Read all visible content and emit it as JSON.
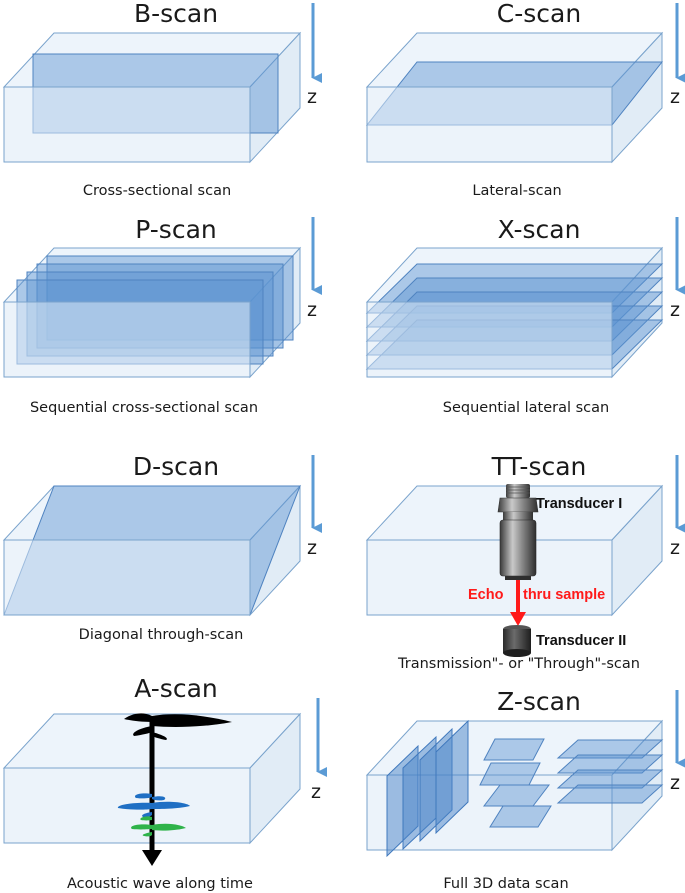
{
  "panels": {
    "b_scan": {
      "title": "B-scan",
      "caption": "Cross-sectional scan",
      "axis": "z"
    },
    "c_scan": {
      "title": "C-scan",
      "caption": "Lateral-scan",
      "axis": "z"
    },
    "p_scan": {
      "title": "P-scan",
      "caption": "Sequential cross-sectional scan",
      "axis": "z"
    },
    "x_scan": {
      "title": "X-scan",
      "caption": "Sequential lateral scan",
      "axis": "z"
    },
    "d_scan": {
      "title": "D-scan",
      "caption": "Diagonal through-scan",
      "axis": "z"
    },
    "tt_scan": {
      "title": "TT-scan",
      "caption": "Transmission\"- or \"Through\"-scan",
      "axis": "z",
      "transducer_1": "Transducer I",
      "transducer_2": "Transducer II",
      "echo_left": "Echo",
      "echo_right": "thru sample"
    },
    "a_scan": {
      "title": "A-scan",
      "caption": "Acoustic wave along time",
      "axis": "z"
    },
    "z_scan": {
      "title": "Z-scan",
      "caption": "Full 3D data scan",
      "axis": "z"
    }
  },
  "colors": {
    "box_fill": "#dce9f5",
    "box_edge": "#7aa3cc",
    "slice_fill": "#5b92d0",
    "z_arrow": "#5b9bd5",
    "echo_arrow": "#ff1a1a",
    "wave_black": "#000000",
    "wave_blue": "#1f6fc4",
    "wave_green": "#2fb34a"
  }
}
